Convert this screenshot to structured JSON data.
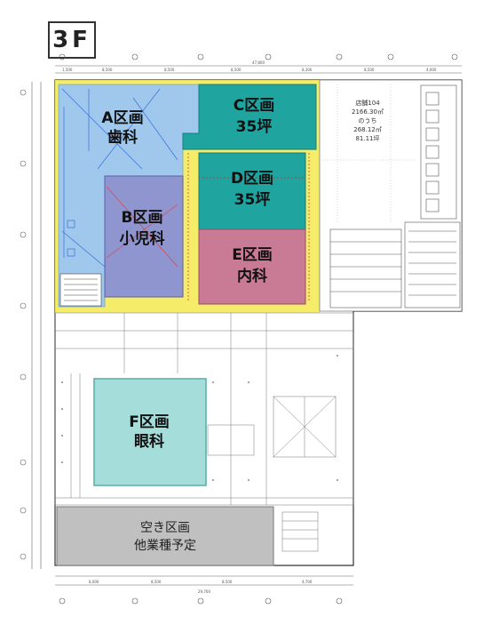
{
  "floor_label": "3F",
  "zones": {
    "a": {
      "line1": "A区画",
      "line2": "歯科",
      "color": "#9fc8ec"
    },
    "b": {
      "line1": "B区画",
      "line2": "小児科",
      "color": "#8f95cf"
    },
    "c": {
      "line1": "C区画",
      "line2": "35坪",
      "color": "#1fa4a0"
    },
    "d": {
      "line1": "D区画",
      "line2": "35坪",
      "color": "#1fa4a0"
    },
    "e": {
      "line1": "E区画",
      "line2": "内科",
      "color": "#c97a94"
    },
    "f": {
      "line1": "F区画",
      "line2": "眼科",
      "color": "#7fd0cc"
    },
    "vacant": {
      "line1": "空き区画",
      "line2": "他業種予定",
      "color": "#c0c0c0"
    }
  },
  "accent_yellow": "#f4ea5a",
  "store_note": {
    "line1": "店舗104",
    "line2": "2166.30㎡",
    "line3": "のうち",
    "line4": "268.12㎡",
    "line5": "81.11坪"
  },
  "dims": {
    "top_total": "47,800",
    "top_cells": [
      "1,500",
      "8,500",
      "8,500",
      "8,500",
      "8,300",
      "8,500",
      "4,000"
    ],
    "bottom_total": "29,700",
    "bottom_cells": [
      "8,000",
      "8,500",
      "8,500",
      "4,700"
    ]
  }
}
